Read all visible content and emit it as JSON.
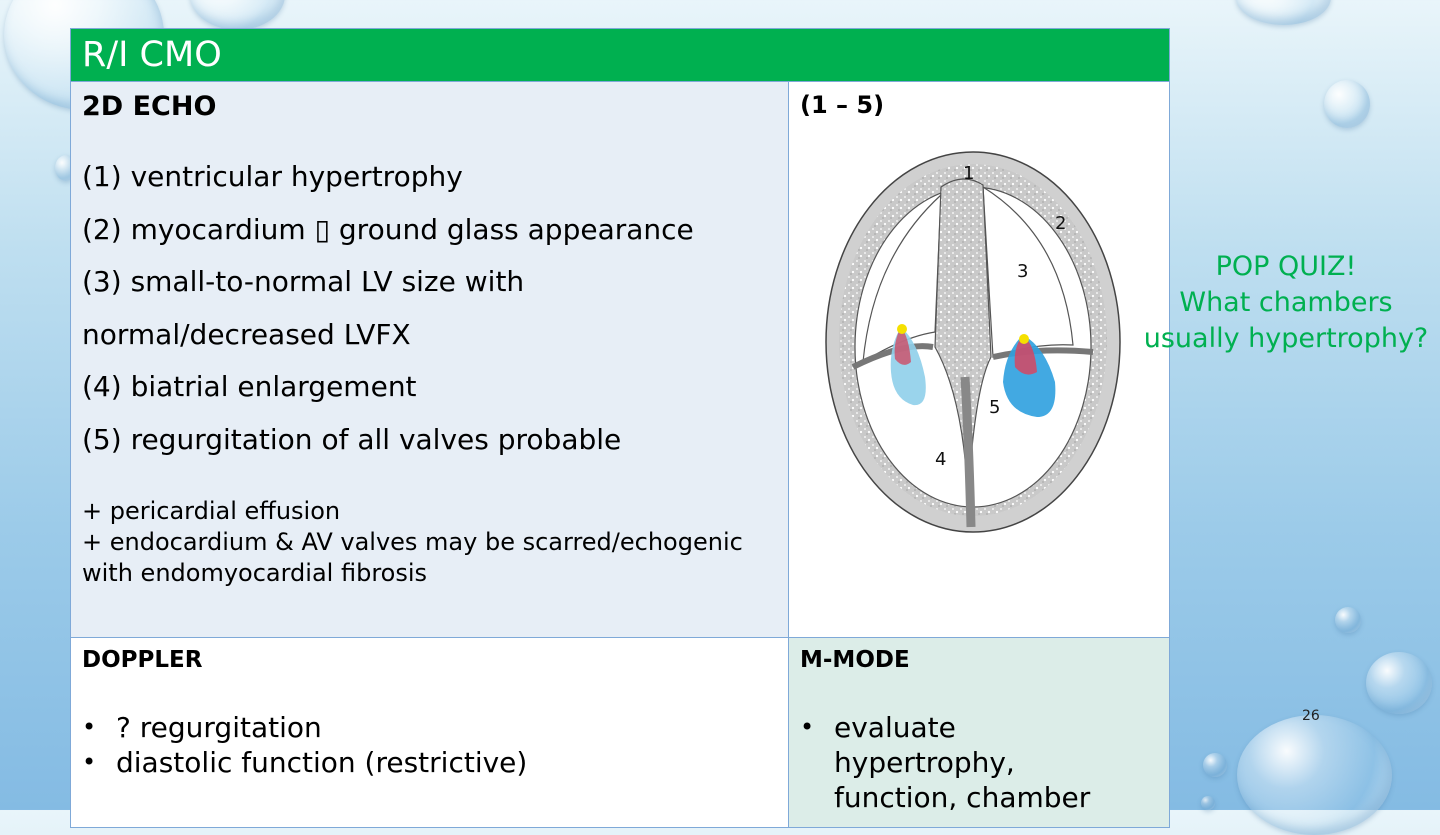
{
  "slide": {
    "title": "R/I CMO",
    "page_number": "26"
  },
  "echo": {
    "title": "2D ECHO",
    "items": [
      "(1) ventricular hypertrophy",
      "(2) myocardium ▯ ground glass appearance",
      "(3) small-to-normal LV size with",
      "normal/decreased LVFX",
      "(4) biatrial enlargement",
      "(5) regurgitation of all valves probable"
    ],
    "notes": [
      "+ pericardial effusion",
      "+ endocardium & AV valves may be scarred/echogenic with endomyocardial fibrosis"
    ]
  },
  "image_cell": {
    "title": "(1 – 5)",
    "labels": [
      "1",
      "2",
      "3",
      "4",
      "5"
    ]
  },
  "doppler": {
    "title": "DOPPLER",
    "bullets": [
      "? regurgitation",
      "diastolic function (restrictive)"
    ]
  },
  "mmode": {
    "title": "M-MODE",
    "bullets": [
      "evaluate hypertrophy, function, chamber"
    ]
  },
  "quiz": {
    "line1": "POP QUIZ!",
    "line2": "What chambers",
    "line3": "usually hypertrophy?"
  },
  "colors": {
    "header": "#00b050",
    "quiz_text": "#00b050",
    "echo_cell": "#e7eef6",
    "mmode_cell": "#dcede8"
  }
}
